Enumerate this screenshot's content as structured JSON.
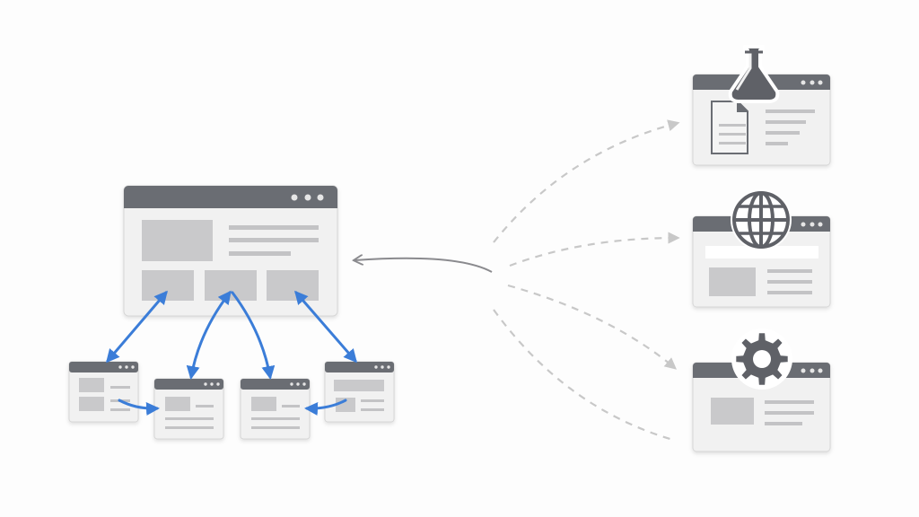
{
  "colors": {
    "background": "#fdfdfd",
    "window_header": "#6b6d73",
    "window_body": "#f1f1f1",
    "window_border": "#d6d6d6",
    "placeholder_block": "#c9c9cb",
    "placeholder_line": "#c3c3c5",
    "header_dots": "#e6e6e6",
    "link_arrow": "#3b7dd8",
    "incoming_arrow": "#8a8a8e",
    "dashed_arrow": "#c8c8c8",
    "icon": "#5f6167"
  },
  "icons": [
    "flask-icon",
    "document-icon",
    "globe-icon",
    "gear-icon"
  ],
  "nodes": {
    "main": "main-window",
    "linked": [
      "linked-window-1",
      "linked-window-2",
      "linked-window-3",
      "linked-window-4"
    ],
    "external": [
      {
        "name": "lab-window",
        "icon": "flask-icon"
      },
      {
        "name": "web-window",
        "icon": "globe-icon"
      },
      {
        "name": "settings-window",
        "icon": "gear-icon"
      }
    ]
  }
}
